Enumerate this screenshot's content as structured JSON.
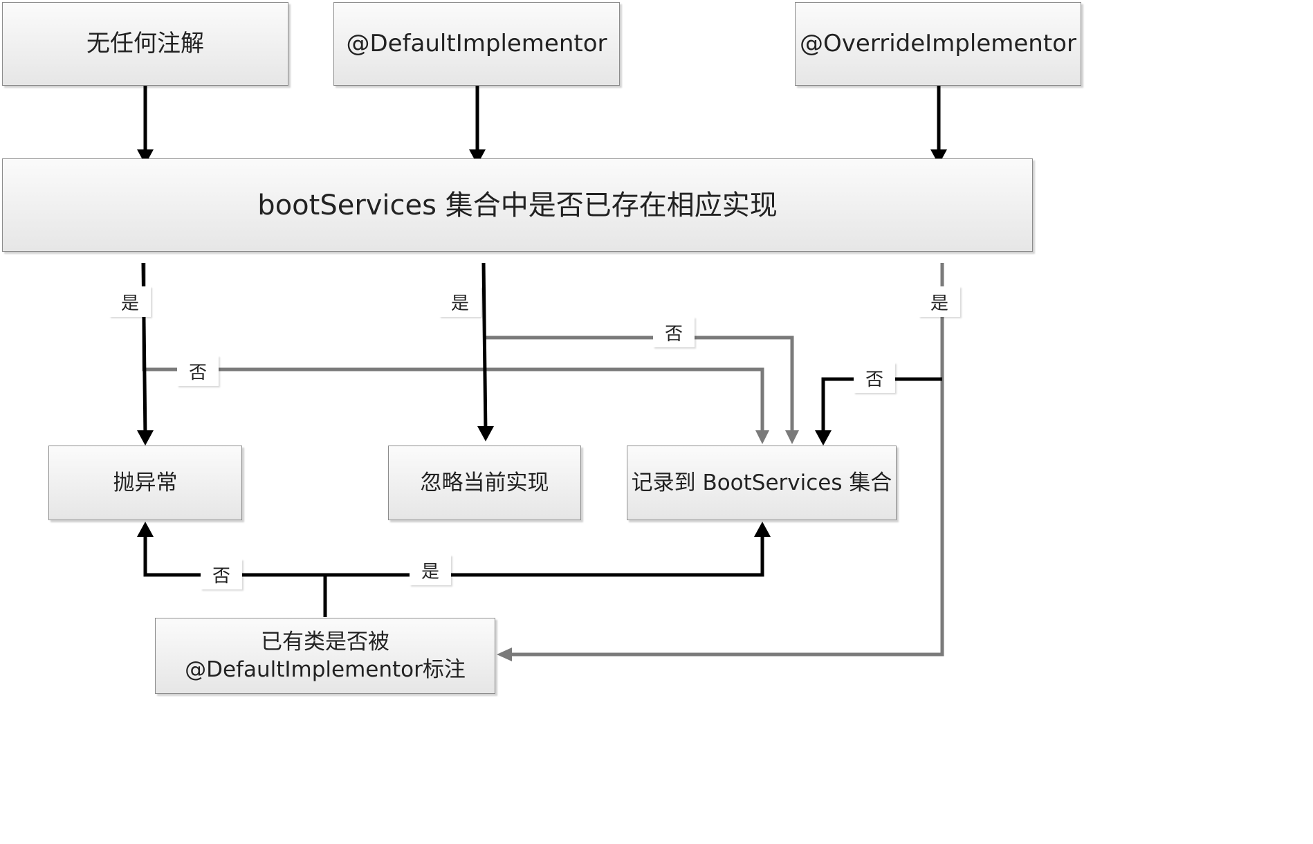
{
  "nodes": {
    "no_annotation": "无任何注解",
    "default_impl": "@DefaultImplementor",
    "override_impl": "@OverrideImplementor",
    "check_exists": "bootServices 集合中是否已存在相应实现",
    "throw_exception": "抛异常",
    "ignore_current": "忽略当前实现",
    "record_to_set": "记录到 BootServices 集合",
    "check_default_line1": "已有类是否被",
    "check_default_line2": "@DefaultImplementor标注"
  },
  "labels": {
    "yes": "是",
    "no": "否"
  },
  "colors": {
    "black_edge": "#000000",
    "gray_edge": "#7a7a7a"
  }
}
